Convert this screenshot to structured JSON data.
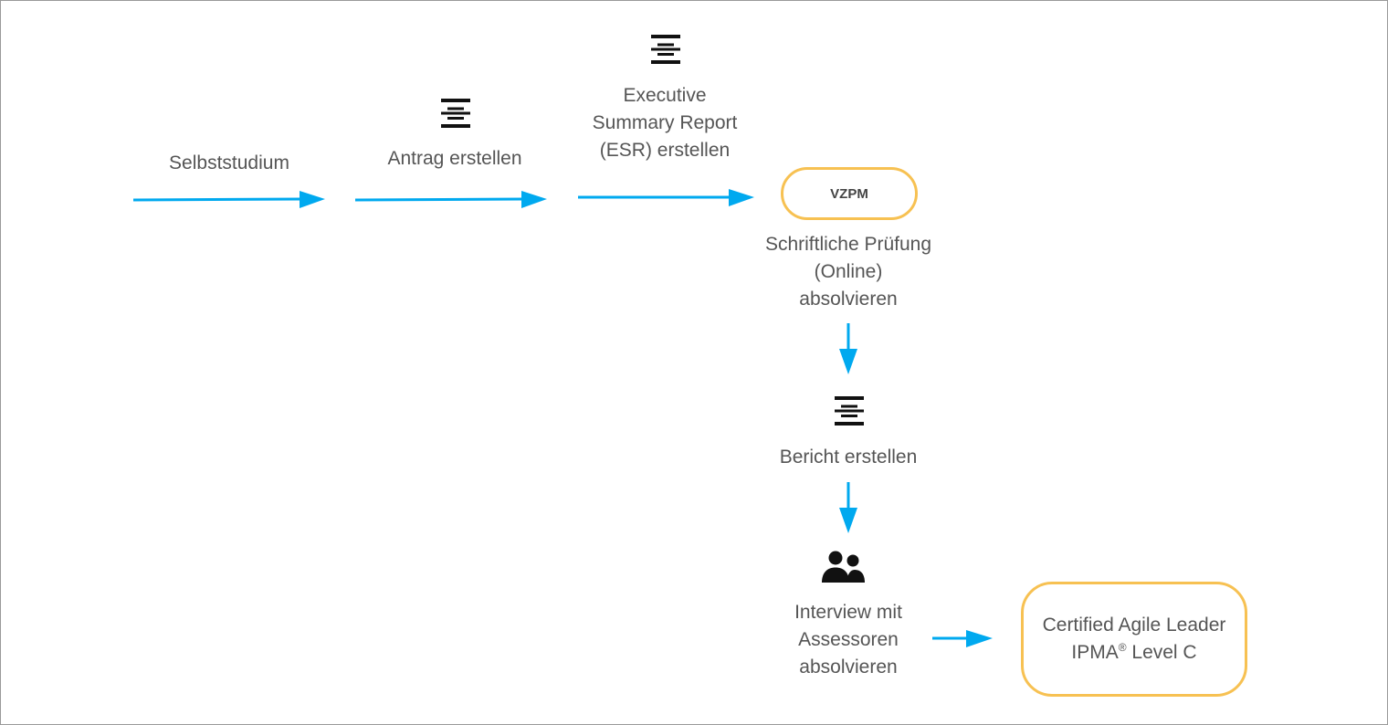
{
  "colors": {
    "arrow": "#00a9ef",
    "box_border": "#f7c152",
    "text": "#555555",
    "icon": "#111111"
  },
  "steps": {
    "self_study": {
      "label": "Selbststudium"
    },
    "application": {
      "label": "Antrag erstellen",
      "icon": "document-lines-icon"
    },
    "esr": {
      "line1": "Executive",
      "line2": "Summary Report",
      "line3": "(ESR) erstellen",
      "icon": "document-lines-icon"
    },
    "exam": {
      "badge": "VZPM",
      "line1": "Schriftliche Prüfung",
      "line2": "(Online)",
      "line3": "absolvieren"
    },
    "report": {
      "label": "Bericht erstellen",
      "icon": "document-lines-icon"
    },
    "interview": {
      "line1": "Interview mit",
      "line2": "Assessoren",
      "line3": "absolvieren",
      "icon": "people-icon"
    }
  },
  "result": {
    "line1": "Certified Agile Leader",
    "line2_prefix": "IPMA",
    "registered": "®",
    "line2_suffix": " Level C"
  }
}
